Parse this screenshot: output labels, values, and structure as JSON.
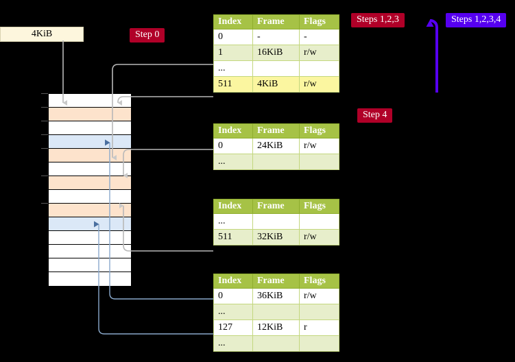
{
  "labels": {
    "mem_block": "4KiB",
    "step0": "Step 0",
    "step4": "Step 4",
    "steps123": "Steps 1,2,3",
    "steps1234": "Steps 1,2,3,4"
  },
  "colors": {
    "header_green": "#a6c246",
    "row_alt": "#e7eecb",
    "highlight_yellow": "#fbf6a0",
    "badge_red": "#b00028",
    "badge_purple": "#5600f0",
    "cream": "#fdf6dd",
    "mem_orange": "#fde3cc",
    "mem_blue": "#dbe8f7",
    "arrow_gray": "#b8b8b8",
    "arrow_blue": "#5b7fae",
    "background": "#000000"
  },
  "tables": [
    {
      "name": "pml4-table",
      "columns": [
        "Index",
        "Frame",
        "Flags"
      ],
      "rows": [
        {
          "index": "0",
          "frame": "-",
          "flags": "-",
          "alt": false,
          "highlight": false
        },
        {
          "index": "1",
          "frame": "16KiB",
          "flags": "r/w",
          "alt": true,
          "highlight": false
        },
        {
          "index": "...",
          "frame": "",
          "flags": "",
          "alt": false,
          "highlight": false
        },
        {
          "index": "511",
          "frame": "4KiB",
          "flags": "r/w",
          "alt": true,
          "highlight": true
        }
      ]
    },
    {
      "name": "pdpt-table",
      "columns": [
        "Index",
        "Frame",
        "Flags"
      ],
      "rows": [
        {
          "index": "0",
          "frame": "24KiB",
          "flags": "r/w",
          "alt": false,
          "highlight": false
        },
        {
          "index": "...",
          "frame": "",
          "flags": "",
          "alt": true,
          "highlight": false
        }
      ]
    },
    {
      "name": "pd-table",
      "columns": [
        "Index",
        "Frame",
        "Flags"
      ],
      "rows": [
        {
          "index": "...",
          "frame": "",
          "flags": "",
          "alt": false,
          "highlight": false
        },
        {
          "index": "511",
          "frame": "32KiB",
          "flags": "r/w",
          "alt": true,
          "highlight": false
        }
      ]
    },
    {
      "name": "pt-table",
      "columns": [
        "Index",
        "Frame",
        "Flags"
      ],
      "rows": [
        {
          "index": "0",
          "frame": "36KiB",
          "flags": "r/w",
          "alt": false,
          "highlight": false
        },
        {
          "index": "...",
          "frame": "",
          "flags": "",
          "alt": true,
          "highlight": false
        },
        {
          "index": "127",
          "frame": "12KiB",
          "flags": "r",
          "alt": false,
          "highlight": false
        },
        {
          "index": "...",
          "frame": "",
          "flags": "",
          "alt": true,
          "highlight": false
        }
      ]
    }
  ],
  "memory_grid": {
    "rows": [
      {
        "fill": "#ffffff",
        "tick": true
      },
      {
        "fill": "#fde3cc",
        "tick": true
      },
      {
        "fill": "#ffffff",
        "tick": true
      },
      {
        "fill": "#dbe8f7",
        "tick": true
      },
      {
        "fill": "#fde3cc",
        "tick": true
      },
      {
        "fill": "#ffffff",
        "tick": false
      },
      {
        "fill": "#fde3cc",
        "tick": true
      },
      {
        "fill": "#ffffff",
        "tick": false
      },
      {
        "fill": "#fde3cc",
        "tick": true
      },
      {
        "fill": "#dbe8f7",
        "tick": false
      },
      {
        "fill": "#ffffff",
        "tick": false
      },
      {
        "fill": "#ffffff",
        "tick": false
      },
      {
        "fill": "#ffffff",
        "tick": false
      },
      {
        "fill": "#ffffff",
        "tick": false
      }
    ]
  }
}
